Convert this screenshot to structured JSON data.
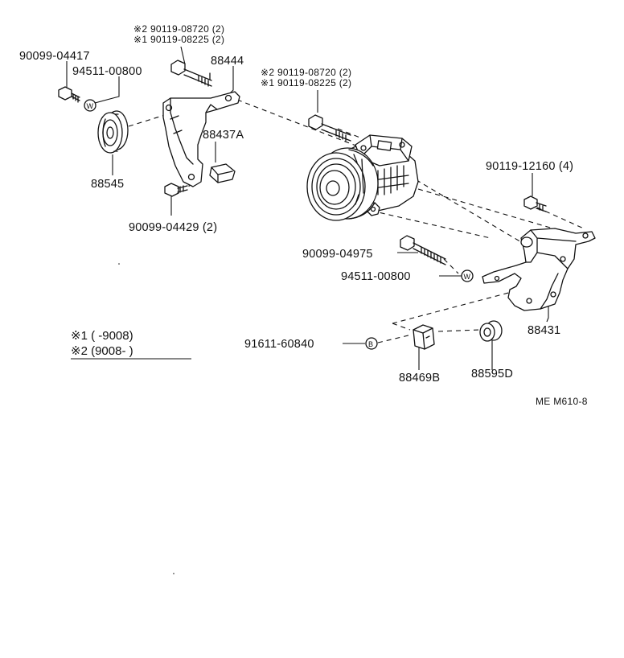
{
  "parts": {
    "bolt_upper_left_sub2": "※2 90119-08720 (2)",
    "bolt_upper_left_sub1": "※1 90119-08225 (2)",
    "bolt_upper_right_sub2": "※2 90119-08720 (2)",
    "bolt_upper_right_sub1": "※1 90119-08225 (2)",
    "bolt_idler": "90099-04417",
    "washer_idler": "94511-00800",
    "bracket_upper": "88444",
    "spacer_plate": "88437A",
    "idler_pulley": "88545",
    "bolt_bracket": "90099-04429 (2)",
    "bolt_mount": "90119-12160 (4)",
    "stud_bolt": "90099-04975",
    "washer_lower": "94511-00800",
    "bracket_lower": "88431",
    "nut_lower": "91611-60840",
    "block_lower": "88469B",
    "bushing_lower": "88595D"
  },
  "markers": {
    "washer": "W",
    "nut": "B"
  },
  "legend": {
    "row1": "※1 (     -9008)",
    "row2": "※2 (9008-       )"
  },
  "figure_code": "ME M610-8"
}
